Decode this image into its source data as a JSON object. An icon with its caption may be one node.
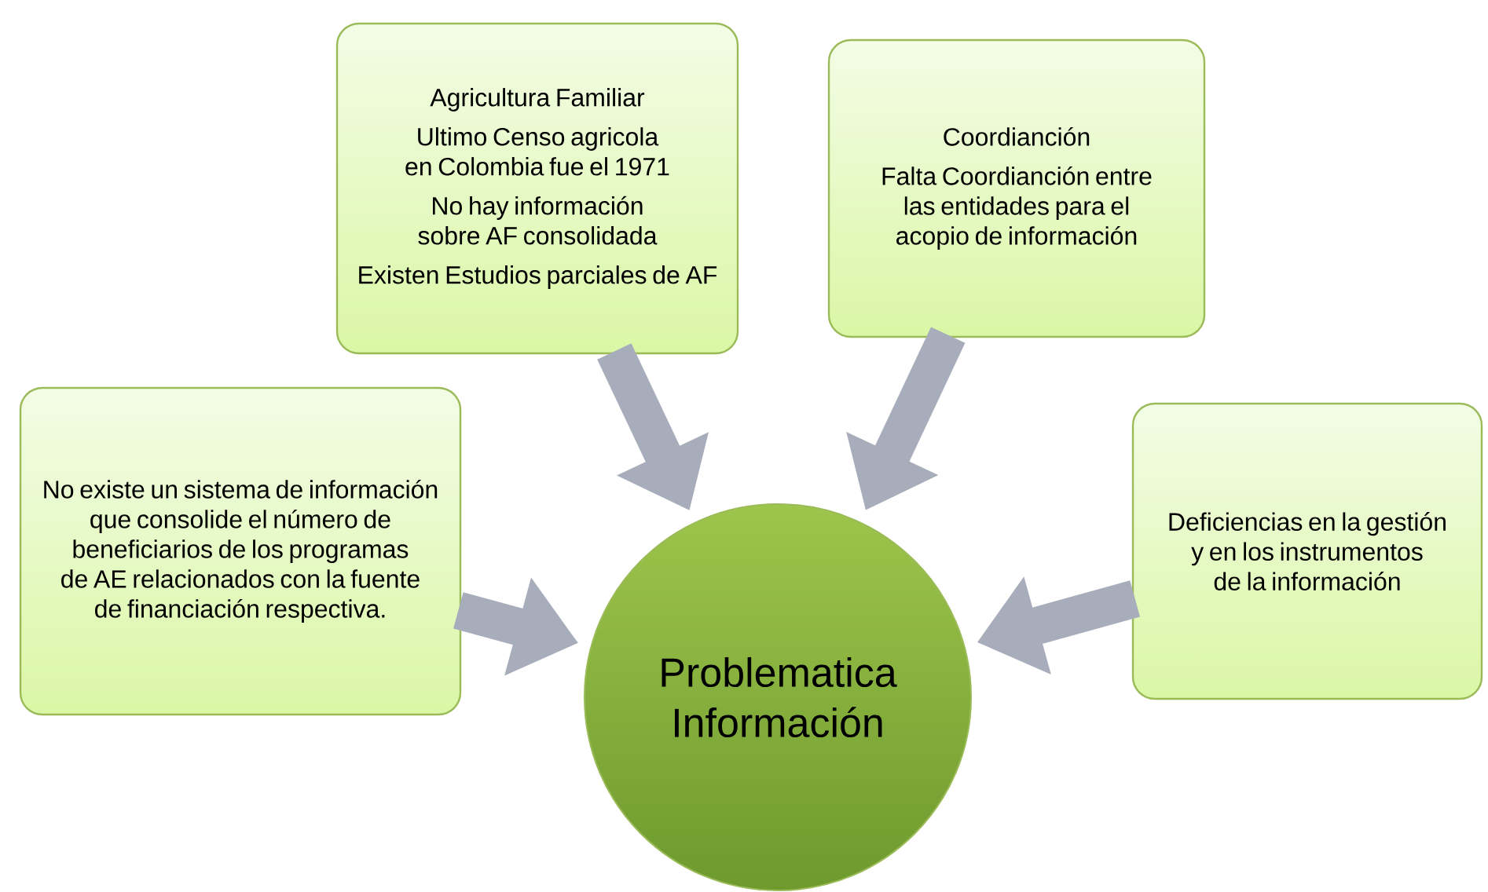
{
  "diagram": {
    "nodes": [
      {
        "text": [
          "Agricultura Familiar",
          "Ultimo Censo agricola en Colombia fue el 1971",
          "No hay información sobre AF consolidada",
          "Existen Estudios parciales de AF"
        ]
      },
      {
        "text": [
          "Coordianción",
          "Falta Coordianción entre las entidades para el acopio de información"
        ]
      },
      {
        "text": [
          "No existe un sistema de información que consolide el número de beneficiarios de los programas de AE relacionados con la fuente de financiación respectiva."
        ]
      },
      {
        "text": [
          "Deficiencias en la gestión y en los instrumentos de la información"
        ]
      },
      {
        "text": [
          "Problematica Información"
        ]
      }
    ],
    "edges": [
      {
        "from": 0,
        "to": 4,
        "arrow": "to"
      },
      {
        "from": 1,
        "to": 4,
        "arrow": "to"
      },
      {
        "from": 2,
        "to": 4,
        "arrow": "to"
      },
      {
        "from": 3,
        "to": 4,
        "arrow": "to"
      }
    ]
  }
}
